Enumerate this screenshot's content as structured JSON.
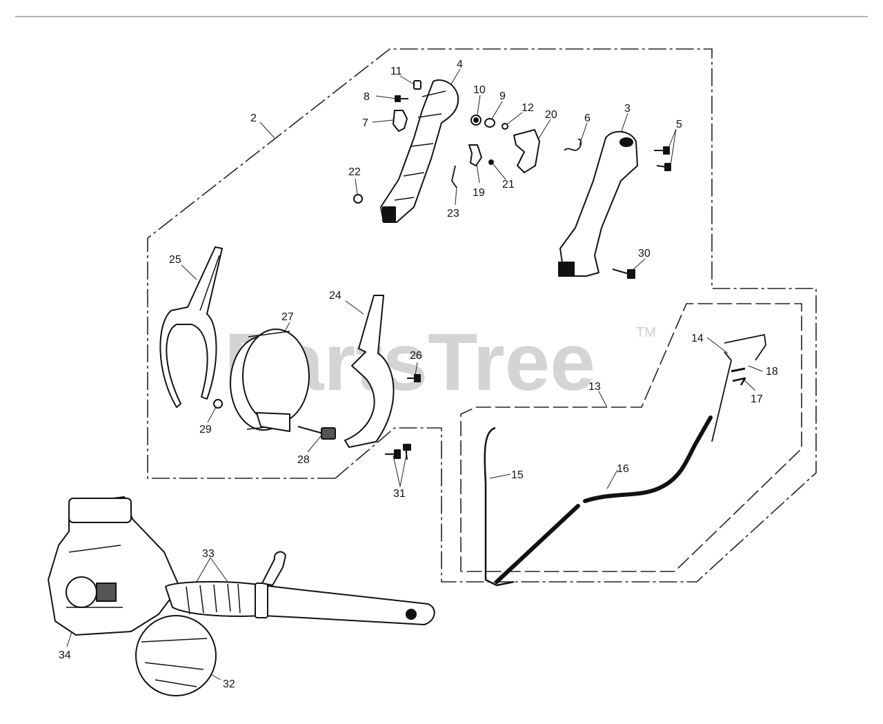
{
  "watermark": {
    "text": "PartsTree",
    "trademark": "TM"
  },
  "callouts": [
    "2",
    "3",
    "4",
    "5",
    "6",
    "7",
    "8",
    "9",
    "10",
    "11",
    "12",
    "13",
    "14",
    "15",
    "16",
    "17",
    "18",
    "19",
    "20",
    "21",
    "22",
    "23",
    "24",
    "25",
    "26",
    "27",
    "28",
    "29",
    "30",
    "31",
    "32",
    "33",
    "34"
  ]
}
